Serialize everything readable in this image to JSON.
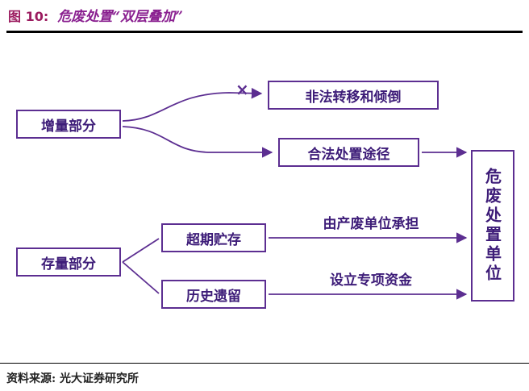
{
  "header": {
    "figure_label": "图 10:",
    "title": "危废处置“双层叠加”"
  },
  "diagram": {
    "increment_box": "增量部分",
    "stock_box": "存量部分",
    "illegal_box": "非法转移和倾倒",
    "legal_box": "合法处置途径",
    "overdue_box": "超期贮存",
    "legacy_box": "历史遗留",
    "right_box": "危废处置单位",
    "cross_mark": "×",
    "label_overdue": "由产废单位承担",
    "label_legacy": "设立专项资金"
  },
  "footer": {
    "source": "资料来源: 光大证券研究所"
  },
  "colors": {
    "diagram_purple": "#5c2e91",
    "box_text_purple": "#3d1c78",
    "figure_label": "#9b1b5f",
    "title_purple": "#8a2090",
    "rule_black": "#000000"
  }
}
